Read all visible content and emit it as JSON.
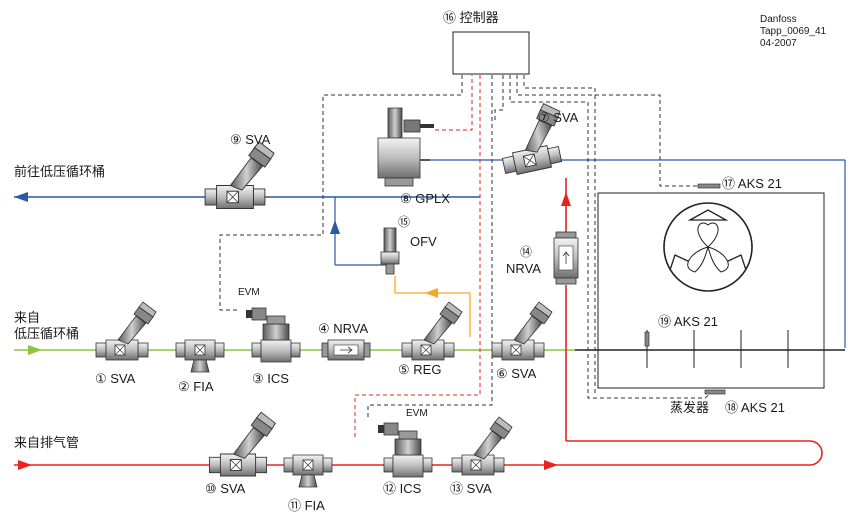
{
  "brand": {
    "line1": "Danfoss",
    "line2": "Tapp_0069_41",
    "line3": "04-2007"
  },
  "controller": {
    "label": "⑯ 控制器"
  },
  "pipe_labels": {
    "to_low_pressure": "前往低压循环桶",
    "from_low_pressure_line1": "来自",
    "from_low_pressure_line2": "低压循环桶",
    "from_discharge": "来自排气管"
  },
  "components": {
    "sva9": "⑨ SVA",
    "gplx8": "⑧ GPLX",
    "sva7": "⑦ SVA",
    "aks17": "⑰ AKS 21",
    "ofv15_num": "⑮",
    "ofv15": "OFV",
    "nrva14_num": "⑭",
    "nrva14": "NRVA",
    "evm_top": "EVM",
    "nrva4": "④ NRVA",
    "aks19": "⑲ AKS 21",
    "sva1": "① SVA",
    "fia2": "② FIA",
    "ics3": "③ ICS",
    "reg5": "⑤ REG",
    "sva6": "⑥ SVA",
    "evaporator": "蒸发器",
    "aks18": "⑱ AKS 21",
    "evm_bottom": "EVM",
    "sva10": "⑩ SVA",
    "fia11": "⑪ FIA",
    "ics12": "⑫ ICS",
    "sva13": "⑬ SVA"
  },
  "colors": {
    "blue_line": "#2a5aa0",
    "green_line": "#8cc63f",
    "red_line": "#e8231f",
    "orange_line": "#f7a823",
    "dashed": "#333333",
    "valve_dark": "#555555",
    "valve_light": "#d8d8d8"
  }
}
